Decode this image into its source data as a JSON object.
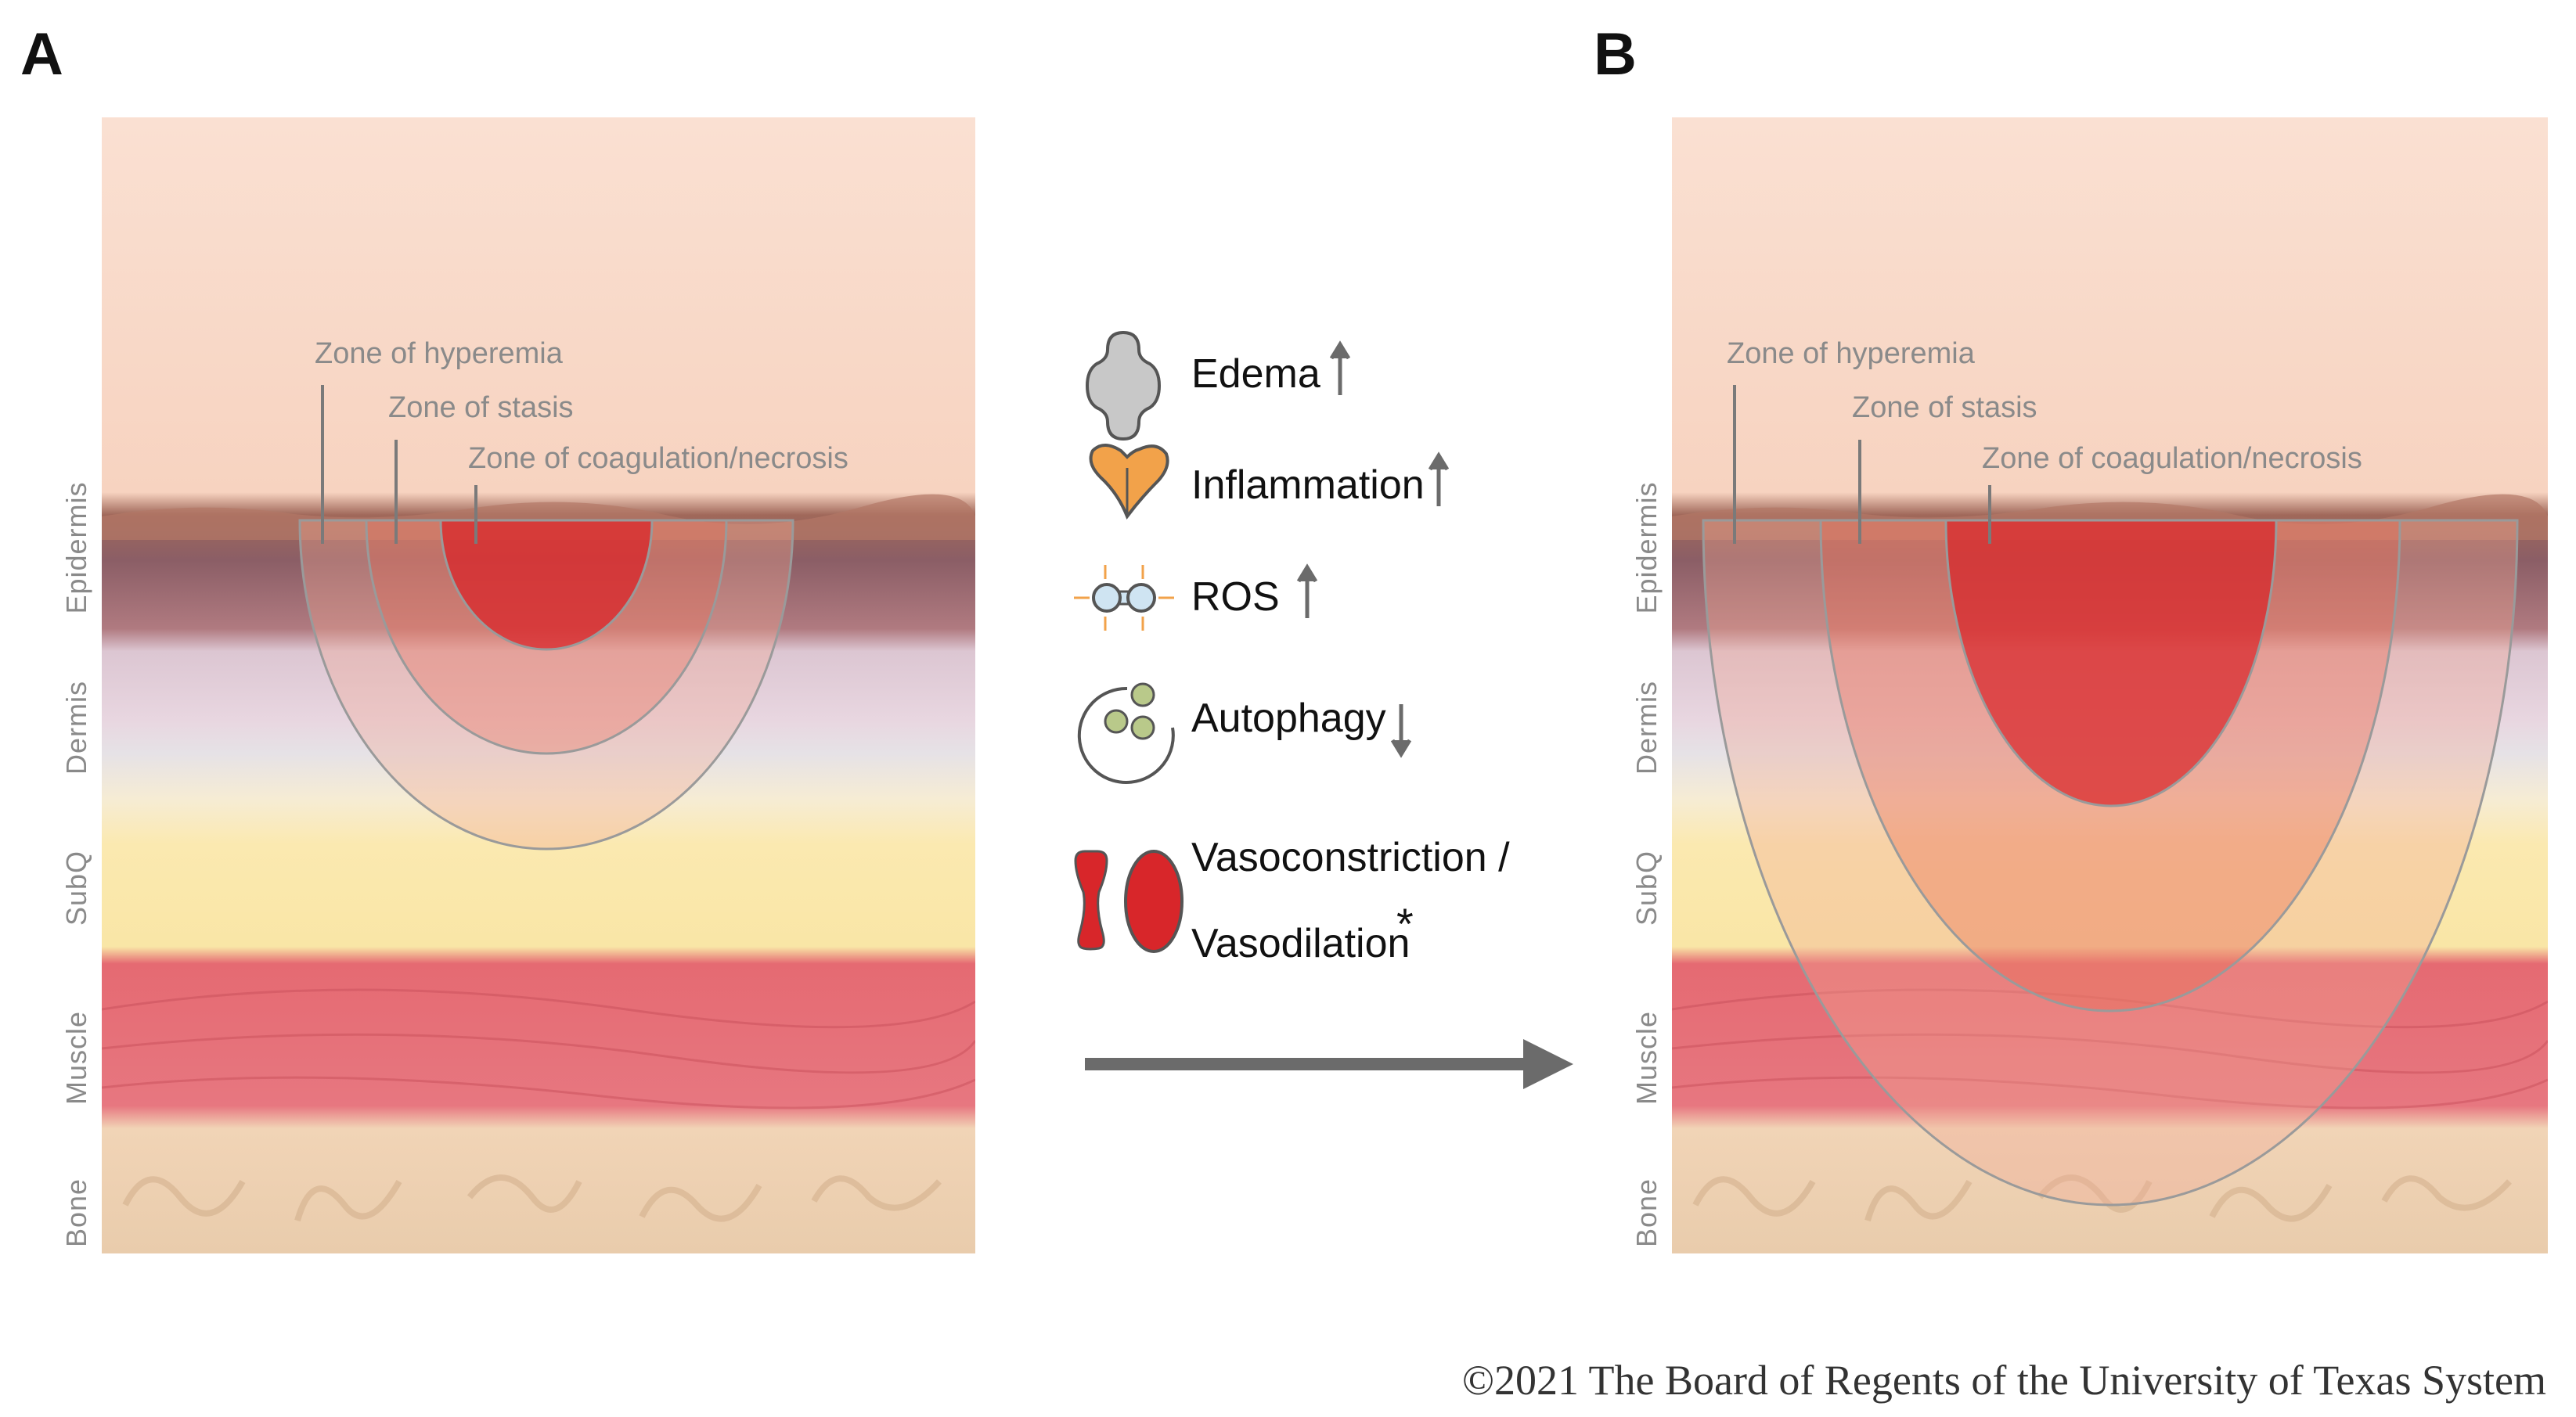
{
  "panels": {
    "a": {
      "letter": "A"
    },
    "b": {
      "letter": "B"
    }
  },
  "zones": {
    "hyperemia": "Zone of hyperemia",
    "stasis": "Zone of stasis",
    "coagulation": "Zone of coagulation/necrosis"
  },
  "layers": [
    "Epidermis",
    "Dermis",
    "SubQ",
    "Muscle",
    "Bone"
  ],
  "legend": {
    "edema": {
      "label": "Edema",
      "trend": "up",
      "icon": "edema-icon"
    },
    "inflammation": {
      "label": "Inflammation",
      "trend": "up",
      "icon": "inflammation-icon"
    },
    "ros": {
      "label": "ROS",
      "trend": "up",
      "icon": "ros-icon"
    },
    "autophagy": {
      "label": "Autophagy",
      "trend": "down",
      "icon": "autophagy-icon"
    },
    "vaso": {
      "line1": "Vasoconstriction /",
      "line2": "Vasodilation",
      "mark": "*",
      "icon": "vessel-icon"
    }
  },
  "progression_arrow": {
    "icon": "right-arrow-icon"
  },
  "copyright": "©2021 The Board of Regents of the University of Texas System",
  "colors": {
    "coagulation": "#d8262a",
    "stasis": "#e9664f",
    "hyperemia": "#f2a994",
    "outline": "#9a9a9a",
    "arrow": "#6b6b6b"
  }
}
